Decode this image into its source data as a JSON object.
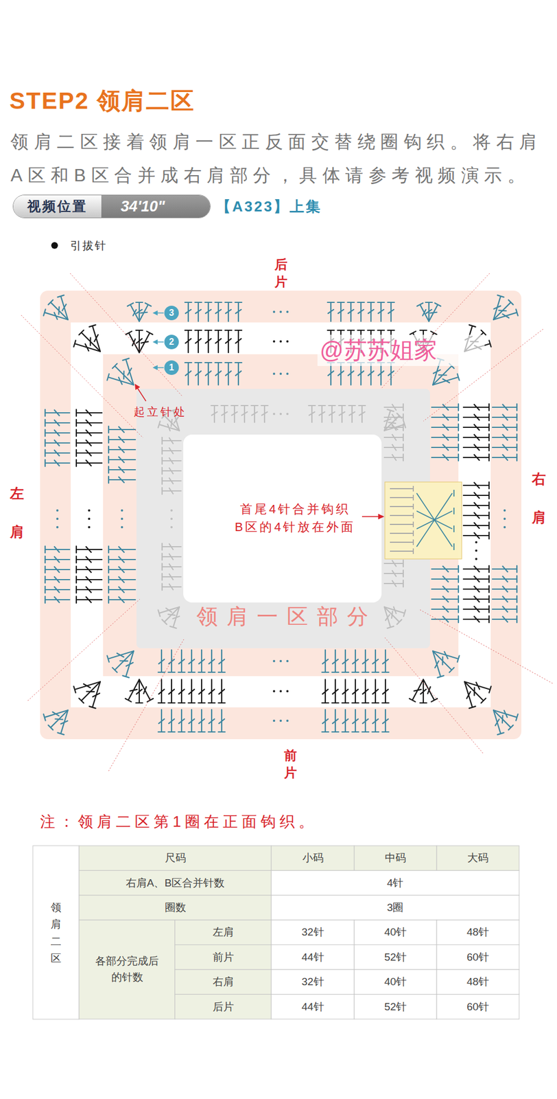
{
  "diagram": {
    "title": "STEP2 领肩二区",
    "nodes": [
      {
        "text": [
          "视频位置",
          "34'10\""
        ]
      },
      {
        "text": [
          "3"
        ]
      },
      {
        "text": [
          "2"
        ]
      },
      {
        "text": [
          "1"
        ]
      }
    ],
    "labels": [
      "领肩二区接着领肩一区正反面交替绕圈钩织。将右肩A区和B区合并成右肩部分，具体请参考视频演示。",
      "【A323】上集",
      "后片",
      "起立针处",
      "@苏苏姐家",
      "左肩",
      "右肩",
      "首尾4针合并钩织 B区的4针放在外面",
      "领肩一区部分",
      "前片",
      "注：领肩二区第1圈在正面钩织。",
      "领肩二区",
      "尺码",
      "小码",
      "中码",
      "大码",
      "右肩A、B区合并针数",
      "4针",
      "圈数",
      "3圈",
      "各部分完成后的针数",
      "左肩",
      "32针",
      "40针",
      "48针",
      "前片",
      "44针",
      "52针",
      "60针",
      "右肩",
      "32针",
      "40针",
      "48针",
      "后片",
      "44针",
      "52针",
      "60针"
    ],
    "legend": [
      {
        "text": "引拔针"
      }
    ]
  }
}
